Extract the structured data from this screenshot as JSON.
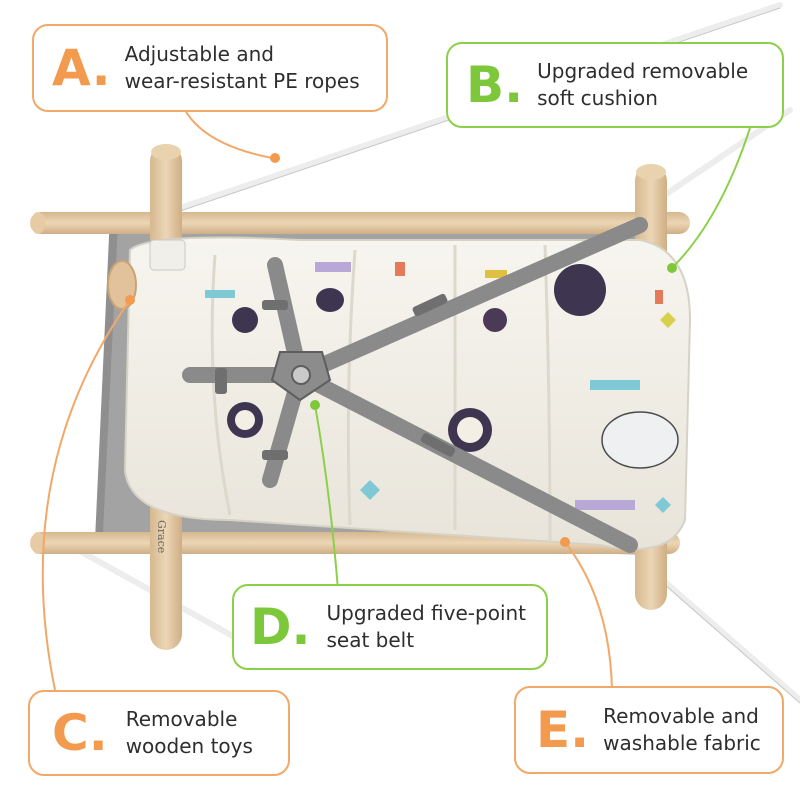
{
  "callouts": [
    {
      "letter": "A.",
      "line1": "Adjustable and",
      "line2": "wear-resistant PE ropes",
      "color": "#f29a4e"
    },
    {
      "letter": "B.",
      "line1": "Upgraded removable",
      "line2": "soft cushion",
      "color": "#7cc83a"
    },
    {
      "letter": "C.",
      "line1": "Removable",
      "line2": "wooden toys",
      "color": "#f29a4e"
    },
    {
      "letter": "D.",
      "line1": "Upgraded five-point",
      "line2": "seat belt",
      "color": "#7cc83a"
    },
    {
      "letter": "E.",
      "line1": "Removable and",
      "line2": "washable fabric",
      "color": "#f29a4e"
    }
  ],
  "product": {
    "fabric_color": "#9a9a9a",
    "wood_color": "#e2c9a6",
    "cushion_color": "#f3f1ea",
    "rope_color": "#f4f4f4",
    "side_print": "Grace"
  }
}
